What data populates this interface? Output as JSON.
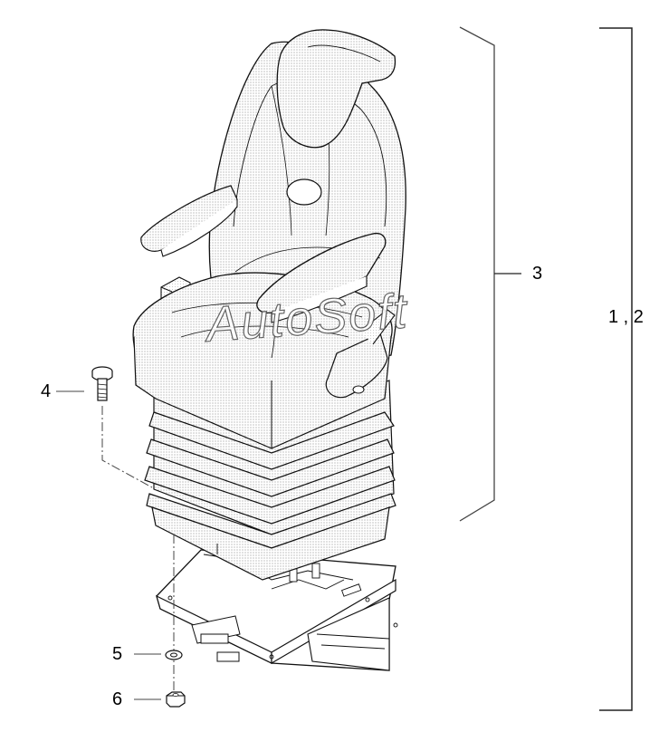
{
  "callouts": {
    "c3": "3",
    "c12": "1 , 2",
    "c4": "4",
    "c5": "5",
    "c6": "6"
  },
  "watermark": "AutoSoft"
}
